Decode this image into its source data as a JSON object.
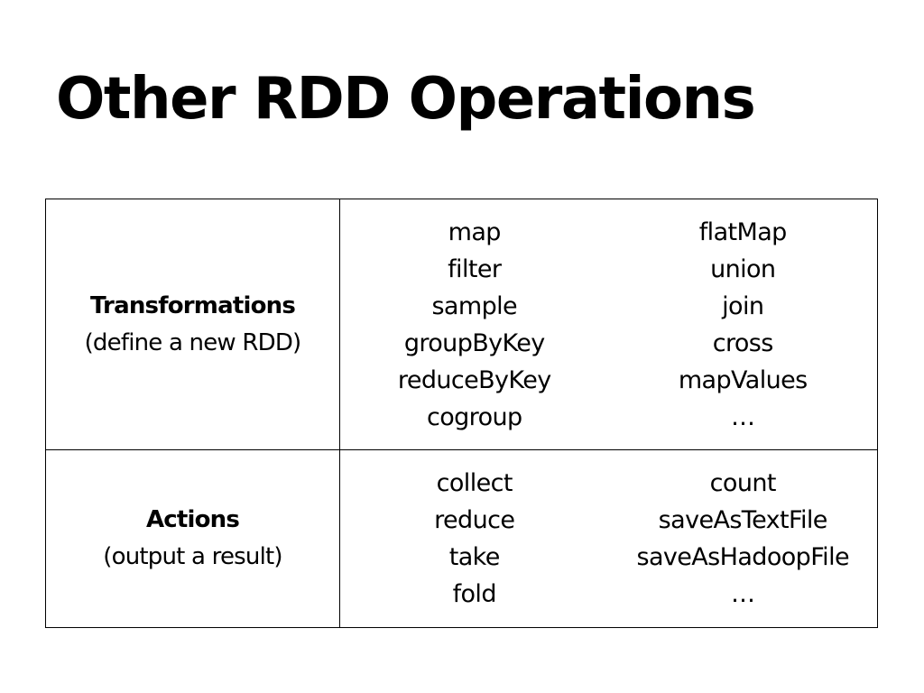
{
  "slide": {
    "title": "Other RDD Operations"
  },
  "table": {
    "rows": [
      {
        "label": "Transformations",
        "sublabel": "(define a new RDD)",
        "col1": [
          "map",
          "filter",
          "sample",
          "groupByKey",
          "reduceByKey",
          "cogroup"
        ],
        "col2": [
          "flatMap",
          "union",
          "join",
          "cross",
          "mapValues",
          "…"
        ]
      },
      {
        "label": "Actions",
        "sublabel": "(output a result)",
        "col1": [
          "collect",
          "reduce",
          "take",
          "fold"
        ],
        "col2": [
          "count",
          "saveAsTextFile",
          "saveAsHadoopFile",
          "…"
        ]
      }
    ]
  }
}
